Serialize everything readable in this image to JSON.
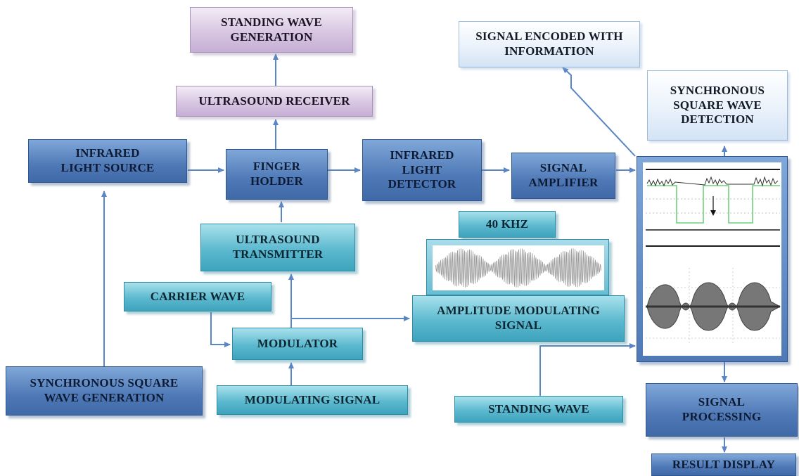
{
  "boxes": {
    "standing_wave_generation": [
      "STANDING WAVE",
      "GENERATION"
    ],
    "ultrasound_receiver": [
      "ULTRASOUND RECEIVER"
    ],
    "signal_encoded": [
      "SIGNAL ENCODED WITH",
      "INFORMATION"
    ],
    "synchronous_detection": [
      "SYNCHRONOUS",
      "SQUARE WAVE",
      "DETECTION"
    ],
    "infrared_light_source": [
      "INFRARED",
      "LIGHT SOURCE"
    ],
    "finger_holder": [
      "FINGER",
      "HOLDER"
    ],
    "infrared_light_detector": [
      "INFRARED",
      "LIGHT",
      "DETECTOR"
    ],
    "signal_amplifier": [
      "SIGNAL",
      "AMPLIFIER"
    ],
    "ultrasound_transmitter": [
      "ULTRASOUND",
      "TRANSMITTER"
    ],
    "frequency": [
      "40 kHz"
    ],
    "carrier_wave": [
      "CARRIER WAVE"
    ],
    "amplitude_modulating_signal": [
      "AMPLITUDE MODULATING",
      "SIGNAL"
    ],
    "modulator": [
      "MODULATOR"
    ],
    "synchronous_generation": [
      "SYNCHRONOUS SQUARE",
      "WAVE GENERATION"
    ],
    "modulating_signal": [
      "MODULATING SIGNAL"
    ],
    "standing_wave": [
      "STANDING WAVE"
    ],
    "signal_processing": [
      "SIGNAL",
      "PROCESSING"
    ],
    "result_display": [
      "RESULT DISPLAY"
    ]
  },
  "colors": {
    "arrow": "#5a86c5",
    "dark_box": "#4f79b6",
    "teal_box": "#5cb9cf",
    "purple_box": "#d8c6e2",
    "light_box": "#eaf2fb",
    "trace_black": "#1a1a1a",
    "trace_green": "#6fd07a"
  }
}
